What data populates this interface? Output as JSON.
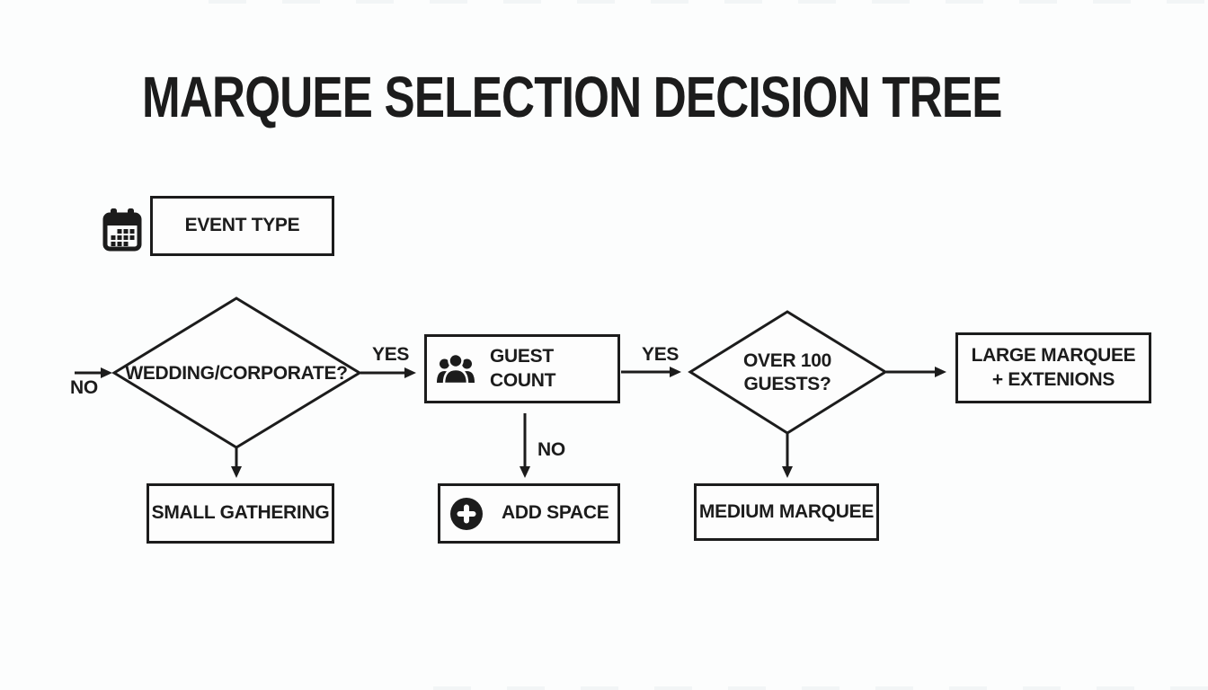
{
  "title": "MARQUEE SELECTION DECISION TREE",
  "colors": {
    "background": "#fcfdfd",
    "ink": "#1c1c1c"
  },
  "flowchart": {
    "nodes": {
      "event_type": {
        "label": "EVENT TYPE",
        "icon": "calendar-icon"
      },
      "wedding_corporate": {
        "label": "WEDDING/CORPORATE?",
        "type": "decision"
      },
      "guest_count": {
        "label": "GUEST COUNT",
        "icon": "people-icon"
      },
      "over_100_guests": {
        "label": "OVER 100 GUESTS?",
        "type": "decision"
      },
      "large_marquee": {
        "label": "LARGE MARQUEE + EXTENIONS"
      },
      "small_gathering": {
        "label": "SMALL GATHERING"
      },
      "add_space": {
        "label": "ADD SPACE",
        "icon": "plus-icon"
      },
      "medium_marquee": {
        "label": "MEDIUM MARQUEE"
      }
    },
    "edge_labels": {
      "no_entry": "NO",
      "yes_to_guest_count": "YES",
      "yes_to_over_100": "YES",
      "no_to_add_space": "NO"
    }
  }
}
